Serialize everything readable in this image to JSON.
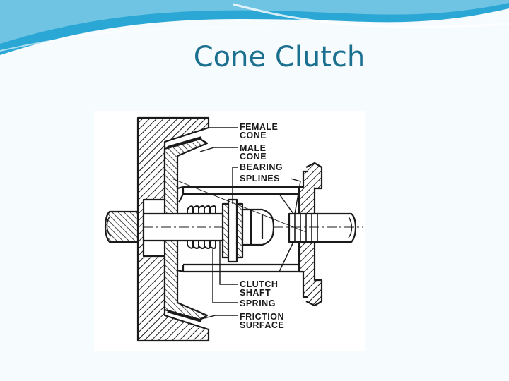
{
  "slide": {
    "title": "Cone Clutch"
  },
  "colors": {
    "title": "#1b6f8f",
    "wave_dark": "#2aa7d4",
    "wave_light": "#a9dcef",
    "ink": "#1a1a1a"
  },
  "diagram": {
    "labels": {
      "female_cone": "FEMALE\nCONE",
      "male_cone": "MALE\nCONE",
      "bearing": "BEARING",
      "splines": "SPLINES",
      "clutch_shaft": "CLUTCH\nSHAFT",
      "spring": "SPRING",
      "friction_surface": "FRICTION\nSURFACE"
    }
  }
}
